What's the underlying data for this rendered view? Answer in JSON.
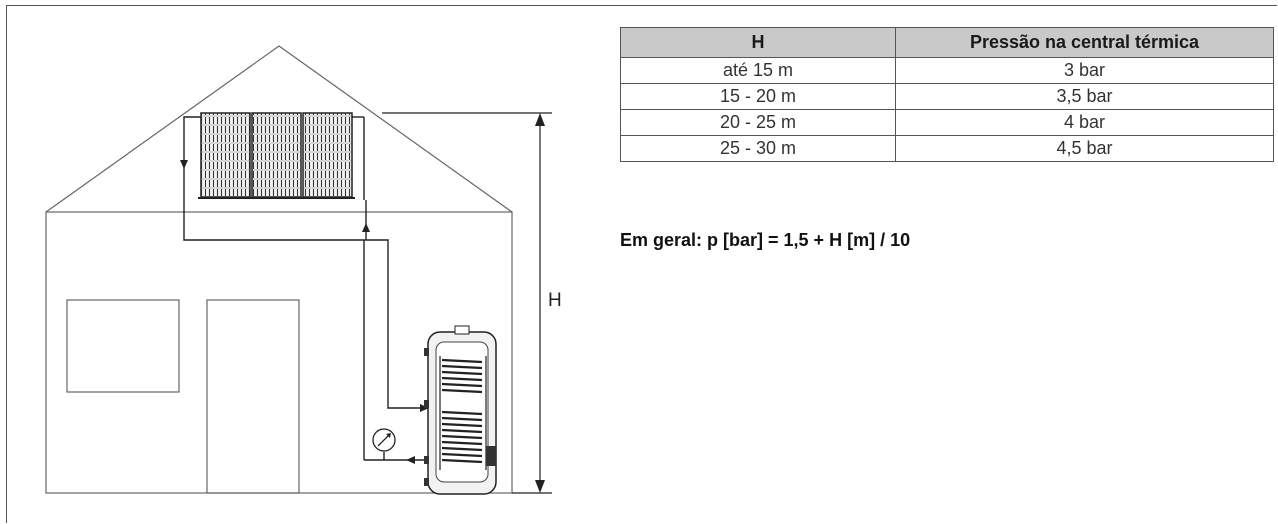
{
  "diagram": {
    "height_label": "H"
  },
  "table": {
    "headers": [
      "H",
      "Pressão na central térmica"
    ],
    "rows": [
      [
        "até 15 m",
        "3 bar"
      ],
      [
        "15 - 20 m",
        "3,5 bar"
      ],
      [
        "20 - 25 m",
        "4 bar"
      ],
      [
        "25 - 30 m",
        "4,5 bar"
      ]
    ]
  },
  "formula": "Em geral: p [bar] = 1,5 + H [m] / 10"
}
